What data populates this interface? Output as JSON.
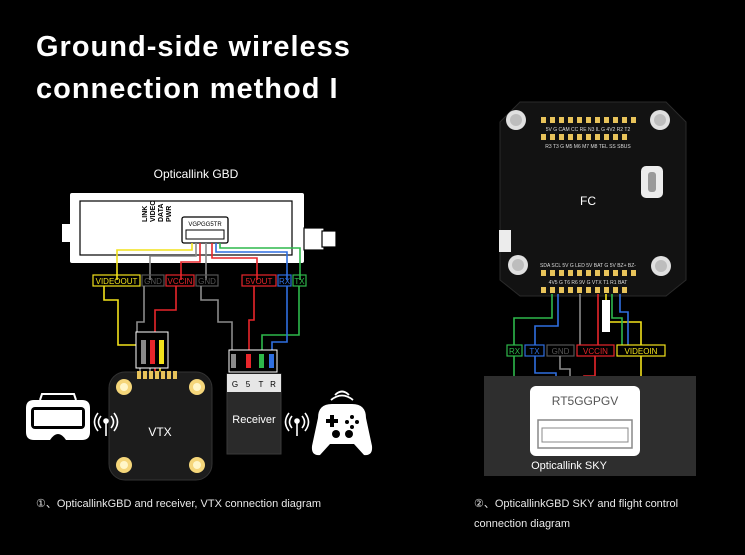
{
  "title": {
    "line1": "Ground-side wireless",
    "line2": "connection method I"
  },
  "left": {
    "gbd_label": "Opticallink GBD",
    "status_labels": [
      "LINK",
      "VIDEO",
      "DATA",
      "PWR"
    ],
    "connector_label": "VGPGG5TR",
    "pins": [
      "VIDEOOUT",
      "GND",
      "VCCIN",
      "GND",
      "5VOUT",
      "RX",
      "TX"
    ],
    "vtx_label": "VTX",
    "receiver_label": "Receiver",
    "receiver_pins": [
      "G",
      "5",
      "T",
      "R"
    ]
  },
  "right": {
    "fc_label": "FC",
    "fc_top_pads_row1": "5V G CAM CC RE N3 IL G 4V2 R2 T2",
    "fc_top_pads_row2": "R3 T3 G M5 M6 M7 M8 TEL SS SBUS",
    "fc_bottom_pads_row1": "SDA SCL 5V G LED 5V BAT G 5V BZ+ BZ-",
    "fc_bottom_pads_row2": "4V5 G T6 R6 9V G VTX T1 R1 BAT",
    "pins": [
      "RX",
      "TX",
      "GND",
      "VCCIN",
      "VIDEOIN"
    ],
    "connector_label": "RT5GGPGV",
    "sky_label": "Opticallink SKY"
  },
  "captions": {
    "caption1": "①、OpticallinkGBD and receiver, VTX connection diagram",
    "caption2": "②、OpticallinkGBD SKY and flight control connection diagram"
  },
  "colors": {
    "yellow": "#f2e21b",
    "red": "#e8262b",
    "green": "#2eb84b",
    "blue": "#2f6fe0",
    "gray": "#8a8a8a",
    "white": "#ffffff",
    "gold": "#e8c35a"
  }
}
